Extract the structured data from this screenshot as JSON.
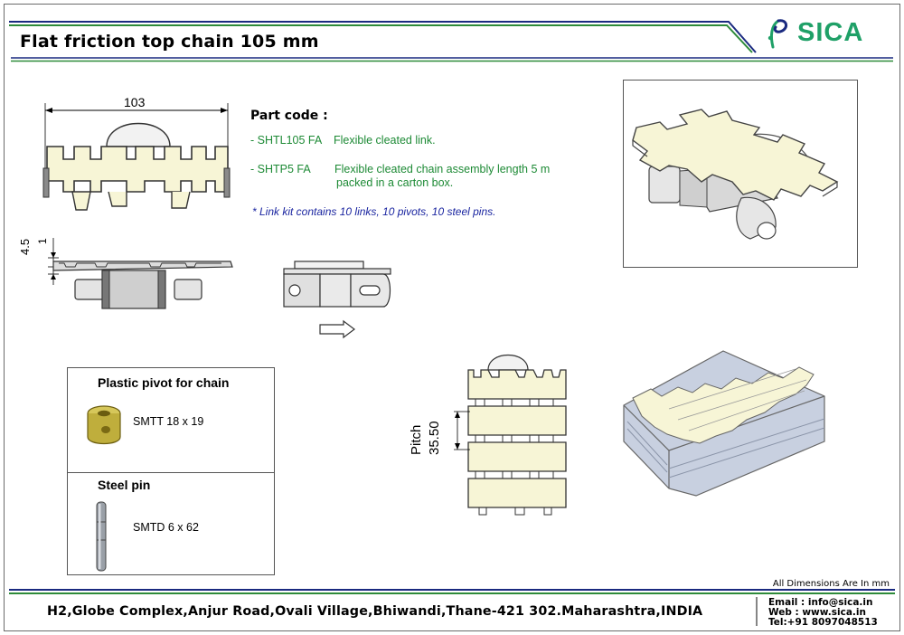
{
  "header": {
    "title": "Flat friction top chain 105 mm",
    "logo_text": "SICA"
  },
  "part_code": {
    "heading": "Part code :",
    "items": [
      {
        "code": "- SHTL105 FA",
        "description": "Flexible cleated link."
      },
      {
        "code": "- SHTP5 FA",
        "description": "Flexible cleated chain assembly length 5 m",
        "description_line2": "packed in a carton box."
      }
    ],
    "note": "* Link kit contains 10 links, 10 pivots, 10 steel pins."
  },
  "dimensions": {
    "width": "103",
    "height": "4.5",
    "thickness": "1",
    "pitch_label": "Pitch",
    "pitch_value": "35.50"
  },
  "accessories": [
    {
      "title": "Plastic pivot for chain",
      "code": "SMTT 18 x 19"
    },
    {
      "title": "Steel pin",
      "code": "SMTD 6 x 62"
    }
  ],
  "footer": {
    "all_dimensions": "All Dimensions Are In mm",
    "address": "H2,Globe Complex,Anjur Road,Ovali Village,Bhiwandi,Thane-421 302.Maharashtra,INDIA",
    "email": "Email : info@sica.in",
    "web": "Web   : www.sica.in",
    "tel": "Tel:+91 8097048513"
  },
  "colors": {
    "brand_green": "#1fa067",
    "rule_blue": "#1a2a80",
    "rule_green": "#2e8b3a",
    "link_cream": "#f7f5d6",
    "metal_grey": "#c9c9c9",
    "note_blue": "#1a25a0"
  }
}
